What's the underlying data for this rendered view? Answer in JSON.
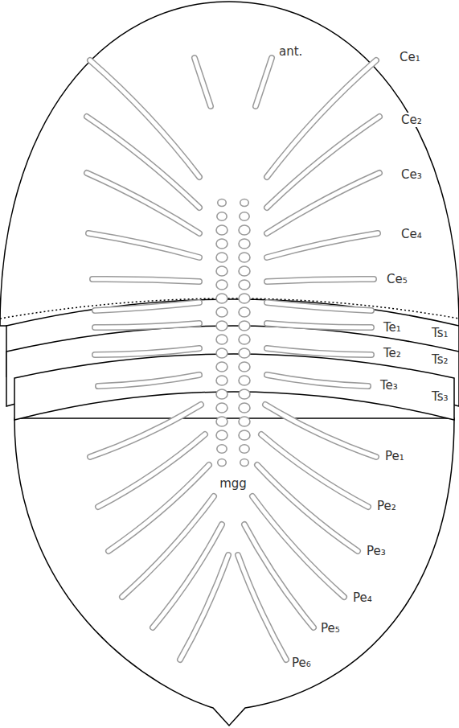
{
  "diagram": {
    "labels": [
      "ant.",
      "Ce₁",
      "Ce₂",
      "Ce₃",
      "Ce₄",
      "Ce₅",
      "Te₁",
      "Ts₁",
      "Te₂",
      "Ts₂",
      "Te₃",
      "Ts₃",
      "Pe₁",
      "Pe₂",
      "Pe₃",
      "Pe₄",
      "Pe₅",
      "Pe₆",
      "mgg"
    ]
  }
}
